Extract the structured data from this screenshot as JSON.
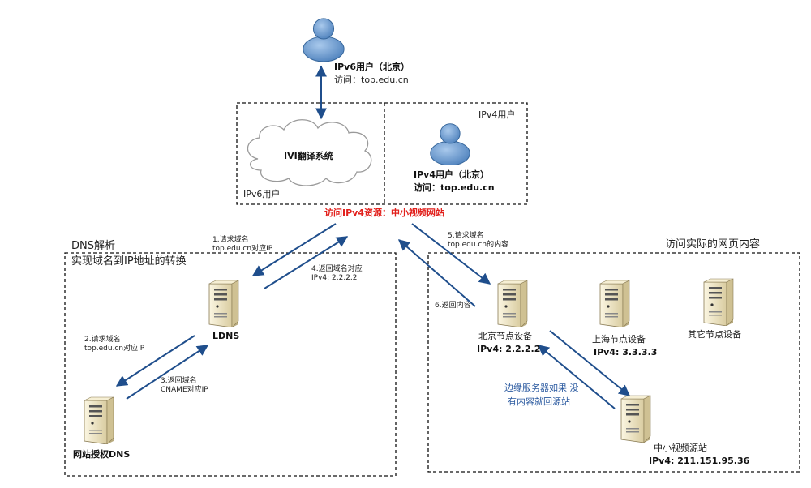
{
  "ipv6_user": {
    "line1": "IPv6用户（北京）",
    "line2": "访问：top.edu.cn"
  },
  "ipv4_user": {
    "label": "IPv4用户",
    "line1": "IPv4用户（北京）",
    "line2": "访问：top.edu.cn"
  },
  "cloud_label": "IVI翻译系统",
  "ipv6_box_label": "IPv6用户",
  "access_title": "访问IPv4资源：中小视频网站",
  "dns_section": {
    "title1": "DNS解析",
    "title2": "实现域名到IP地址的转换"
  },
  "content_section": {
    "title": "访问实际的网页内容"
  },
  "ldns": {
    "label": "LDNS"
  },
  "auth_dns": {
    "label": "网站授权DNS"
  },
  "beijing_node": {
    "line1": "北京节点设备",
    "line2": "IPv4: 2.2.2.2"
  },
  "shanghai_node": {
    "line1": "上海节点设备",
    "line2": "IPv4: 3.3.3.3"
  },
  "other_node": {
    "line1": "其它节点设备"
  },
  "origin": {
    "line1": "中小视频源站",
    "line2": "IPv4: 211.151.95.36"
  },
  "edge_note": {
    "line1": "边缘服务器如果  没",
    "line2": "有内容就回源站"
  },
  "steps": {
    "s1a": "1.请求域名",
    "s1b": "top.edu.cn对应IP",
    "s2a": "2.请求域名",
    "s2b": "top.edu.cn对应IP",
    "s3a": "3.返回域名",
    "s3b": "CNAME对应IP",
    "s4a": "4.返回域名对应",
    "s4b": "IPv4: 2.2.2.2",
    "s5a": "5.请求域名",
    "s5b": "top.edu.cn的内容",
    "s6": "6.返回内容"
  },
  "colors": {
    "arrow": "#1f4e8c",
    "access_title": "#e2201c",
    "note": "#2b5aa0",
    "server": "#efe6c4",
    "user": "#7aa6d6"
  }
}
